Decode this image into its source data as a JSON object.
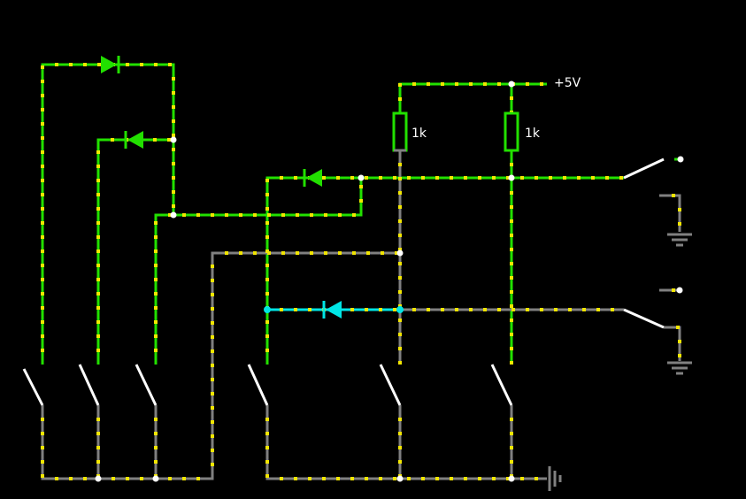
{
  "labels": {
    "supply": "+5V",
    "r1": "1k",
    "r2": "1k"
  },
  "colors": {
    "background": "#000000",
    "wire_active": "#22e000",
    "wire_inactive": "#808080",
    "wire_cyan": "#00e5e5",
    "current_dot": "#f2e600",
    "node": "#ffffff",
    "switch_blade": "#ffffff"
  },
  "components": [
    "diode",
    "diode",
    "diode",
    "diode",
    "resistor",
    "resistor",
    "switch",
    "switch",
    "switch",
    "switch",
    "switch",
    "switch",
    "spdt-switch",
    "spdt-switch",
    "ground",
    "ground",
    "ground"
  ]
}
